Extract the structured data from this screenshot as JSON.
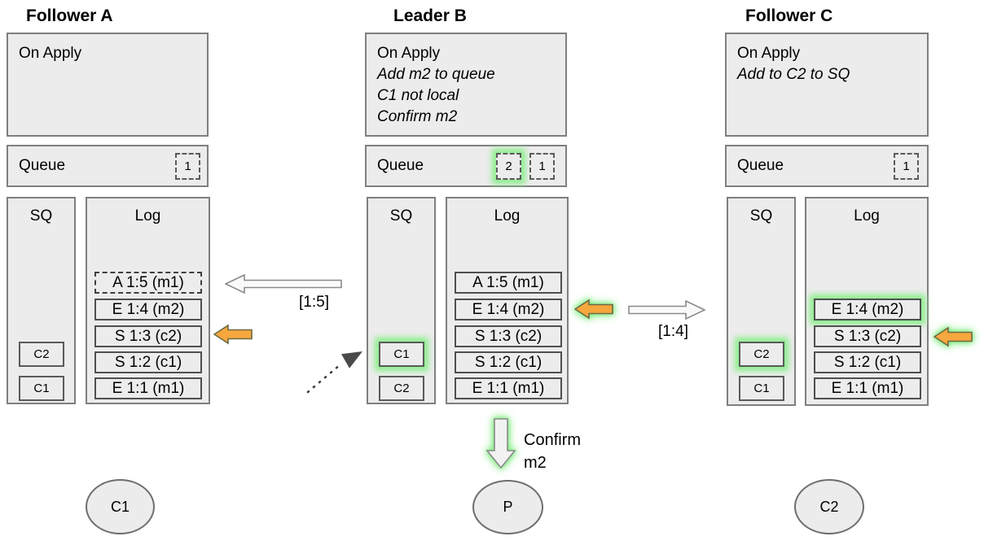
{
  "nodes": [
    {
      "title": "Follower A",
      "on_apply": {
        "heading": "On Apply",
        "lines": []
      },
      "queue": {
        "label": "Queue",
        "items": [
          "1"
        ]
      },
      "sq": {
        "label": "SQ",
        "items": [
          "C2",
          "C1"
        ]
      },
      "log": {
        "label": "Log",
        "entries": [
          "A 1:5 (m1)",
          "E 1:4 (m2)",
          "S 1:3 (c2)",
          "S 1:2 (c1)",
          "E 1:1 (m1)"
        ]
      }
    },
    {
      "title": "Leader B",
      "on_apply": {
        "heading": "On Apply",
        "lines": [
          "Add m2 to queue",
          "C1 not local",
          "Confirm m2"
        ]
      },
      "queue": {
        "label": "Queue",
        "items": [
          "2",
          "1"
        ]
      },
      "sq": {
        "label": "SQ",
        "items": [
          "C1",
          "C2"
        ]
      },
      "log": {
        "label": "Log",
        "entries": [
          "A 1:5 (m1)",
          "E 1:4 (m2)",
          "S 1:3 (c2)",
          "S 1:2 (c1)",
          "E 1:1 (m1)"
        ]
      }
    },
    {
      "title": "Follower C",
      "on_apply": {
        "heading": "On Apply",
        "lines": [
          "Add to C2 to SQ"
        ]
      },
      "queue": {
        "label": "Queue",
        "items": [
          "1"
        ]
      },
      "sq": {
        "label": "SQ",
        "items": [
          "C2",
          "C1"
        ]
      },
      "log": {
        "label": "Log",
        "entries": [
          "E 1:4 (m2)",
          "S 1:3 (c2)",
          "S 1:2 (c1)",
          "E 1:1 (m1)"
        ]
      }
    }
  ],
  "arrows": {
    "replicate_to_a": {
      "label": "[1:5]"
    },
    "replicate_to_c": {
      "label": "[1:4]"
    },
    "confirm": {
      "line1": "Confirm",
      "line2": "m2"
    }
  },
  "clients": [
    {
      "label": "C1"
    },
    {
      "label": "P"
    },
    {
      "label": "C2"
    }
  ],
  "colors": {
    "box_fill": "#ececec",
    "box_border": "#7f7f7f",
    "entry_border": "#4f4f4f",
    "highlight_glow": "#8cee8c",
    "orange_arrow": "#f6a73e",
    "white_arrow": "#fafafa"
  }
}
